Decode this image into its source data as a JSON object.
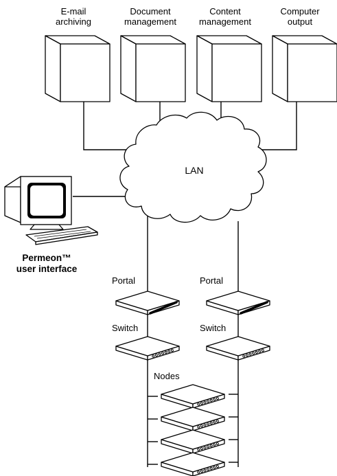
{
  "servers": [
    {
      "line1": "E-mail",
      "line2": "archiving"
    },
    {
      "line1": "Document",
      "line2": "management"
    },
    {
      "line1": "Content",
      "line2": "management"
    },
    {
      "line1": "Computer",
      "line2": "output"
    }
  ],
  "lan_label": "LAN",
  "ui_label": {
    "line1": "Permeon™",
    "line2": "user interface"
  },
  "portals": [
    "Portal",
    "Portal"
  ],
  "switches": [
    "Switch",
    "Switch"
  ],
  "nodes_label": "Nodes"
}
